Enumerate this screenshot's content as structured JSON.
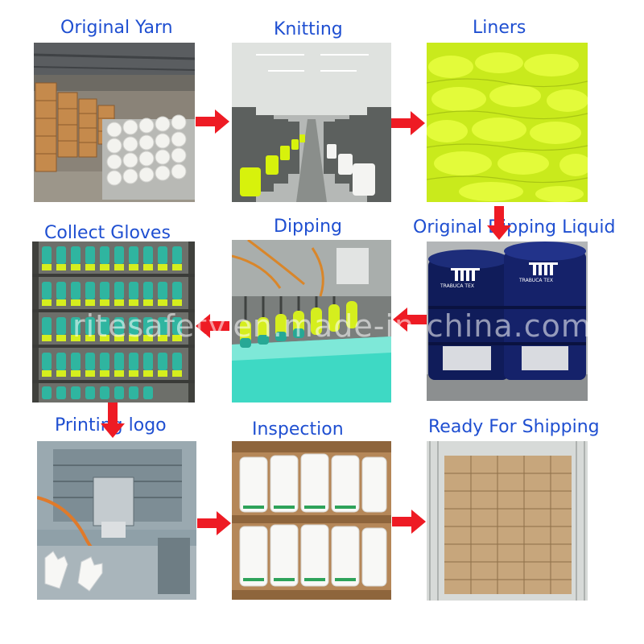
{
  "steps": {
    "original_yarn": "Original Yarn",
    "knitting": "Knitting",
    "liners": "Liners",
    "collect_gloves": "Collect Gloves",
    "dipping": "Dipping",
    "original_dipping_liquid": "Original Dipping Liquid",
    "printing_logo": "Printing logo",
    "inspection": "Inspection",
    "ready_for_shipping": "Ready For Shipping"
  },
  "barrel_brand": "TRABUCA TEX",
  "watermark": "ritesafety.en.made-in-china.com",
  "colors": {
    "label": "#1f4fd1",
    "arrow": "#ee1b24"
  }
}
